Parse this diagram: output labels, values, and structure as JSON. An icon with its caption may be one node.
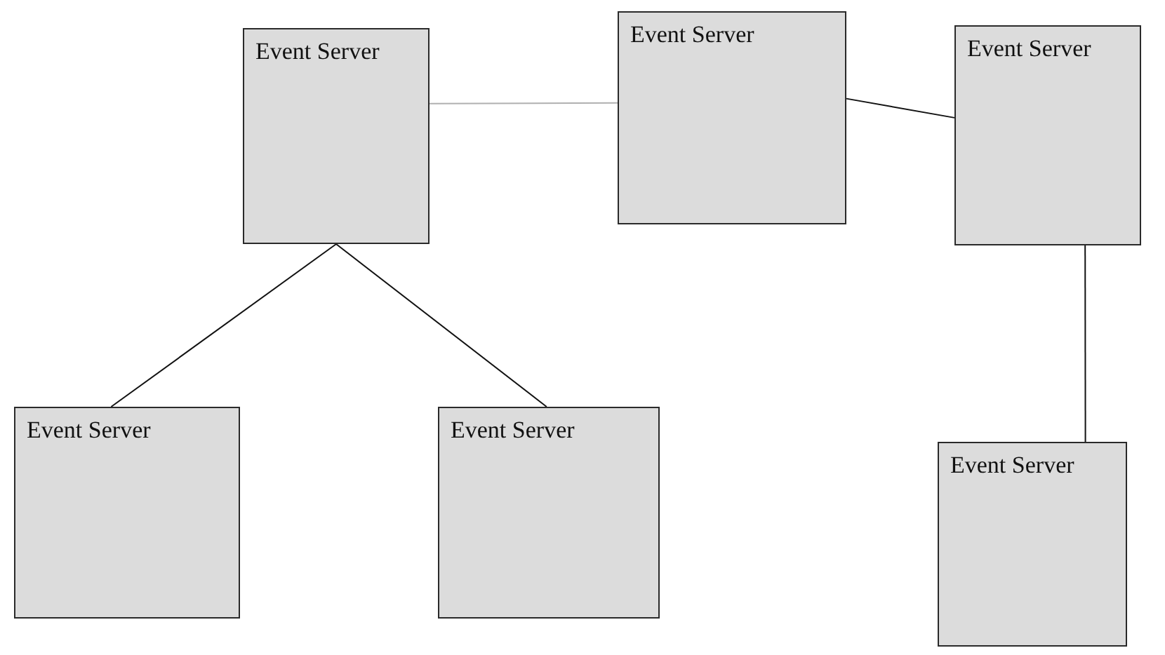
{
  "diagram": {
    "nodes": [
      {
        "text": [
          "Event Server"
        ]
      },
      {
        "text": [
          "Event Server"
        ]
      },
      {
        "text": [
          "Event Server"
        ]
      },
      {
        "text": [
          "Event Server"
        ]
      },
      {
        "text": [
          "Event Server"
        ]
      },
      {
        "text": [
          "Event Server"
        ]
      }
    ],
    "edges": [
      {
        "from": 0,
        "to": 1,
        "arrow": "none",
        "color": "#b0b0b0"
      },
      {
        "from": 1,
        "to": 2,
        "arrow": "none"
      },
      {
        "from": 0,
        "to": 3,
        "arrow": "none"
      },
      {
        "from": 0,
        "to": 4,
        "arrow": "none"
      },
      {
        "from": 2,
        "to": 5,
        "arrow": "none"
      }
    ]
  }
}
